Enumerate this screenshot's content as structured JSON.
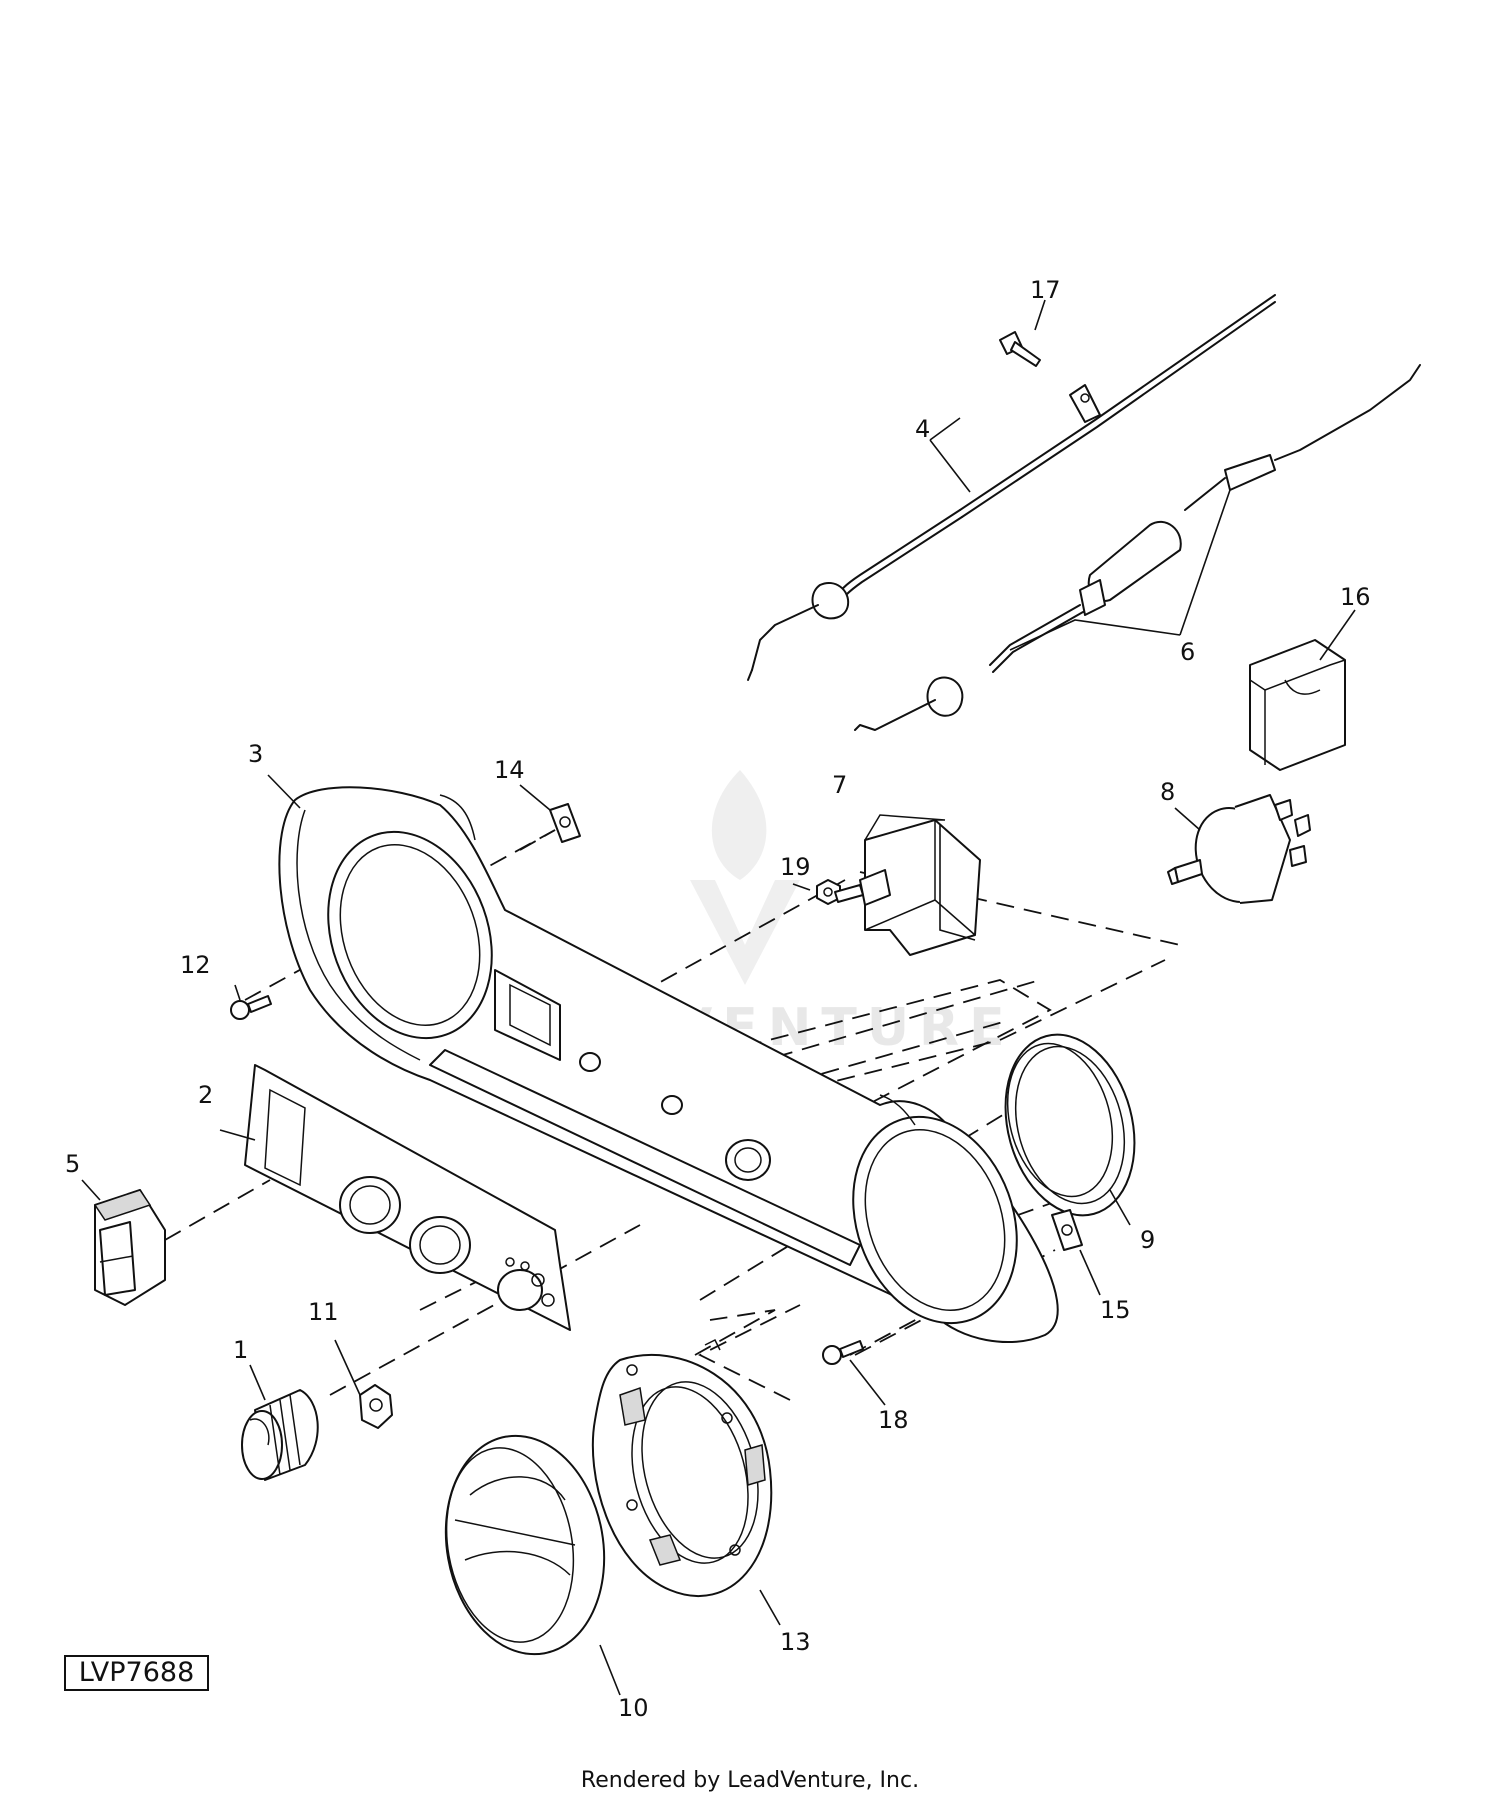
{
  "diagram": {
    "drawing_code": "LVP7688",
    "watermark": "LEADVENTURE",
    "callouts": [
      {
        "id": "1",
        "label": "1"
      },
      {
        "id": "2",
        "label": "2"
      },
      {
        "id": "3",
        "label": "3"
      },
      {
        "id": "4",
        "label": "4"
      },
      {
        "id": "5",
        "label": "5"
      },
      {
        "id": "6",
        "label": "6"
      },
      {
        "id": "7",
        "label": "7"
      },
      {
        "id": "8",
        "label": "8"
      },
      {
        "id": "9",
        "label": "9"
      },
      {
        "id": "10",
        "label": "10"
      },
      {
        "id": "11",
        "label": "11"
      },
      {
        "id": "12",
        "label": "12"
      },
      {
        "id": "13",
        "label": "13"
      },
      {
        "id": "14",
        "label": "14"
      },
      {
        "id": "15",
        "label": "15"
      },
      {
        "id": "16",
        "label": "16"
      },
      {
        "id": "17",
        "label": "17"
      },
      {
        "id": "18",
        "label": "18"
      },
      {
        "id": "19",
        "label": "19"
      }
    ]
  },
  "footer": {
    "credit": "Rendered by LeadVenture, Inc."
  }
}
